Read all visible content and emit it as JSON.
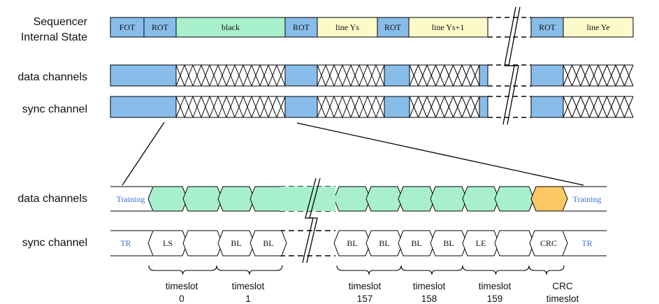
{
  "labels": {
    "sequencer_line1": "Sequencer",
    "sequencer_line2": "Internal State",
    "data_channels_top": "data channels",
    "sync_channel_top": "sync channel",
    "data_channels_bottom": "data channels",
    "sync_channel_bottom": "sync channel"
  },
  "sequencer_states": [
    "FOT",
    "ROT",
    "black",
    "ROT",
    "line Ys",
    "ROT",
    "line Ys+1",
    "ROT",
    "line Ye"
  ],
  "detail_data": {
    "training_left": "Training",
    "training_right": "Training"
  },
  "detail_sync": {
    "tr_left": "TR",
    "tr_right": "TR",
    "cells_left": [
      "LS",
      "",
      "BL",
      "BL"
    ],
    "cells_right": [
      "BL",
      "BL",
      "BL",
      "BL",
      "LE",
      "",
      "CRC"
    ]
  },
  "timeslots": [
    {
      "line1": "timeslot",
      "line2": "0"
    },
    {
      "line1": "timeslot",
      "line2": "1"
    },
    {
      "line1": "timeslot",
      "line2": "157"
    },
    {
      "line1": "timeslot",
      "line2": "158"
    },
    {
      "line1": "timeslot",
      "line2": "159"
    },
    {
      "line1": "CRC",
      "line2": "timeslot"
    }
  ],
  "colors": {
    "blue": "#88bdea",
    "green": "#a8f0cc",
    "yellow": "#fdfac9",
    "orange": "#fcc864",
    "line": "#000000",
    "training_text": "#3a6fd0"
  }
}
